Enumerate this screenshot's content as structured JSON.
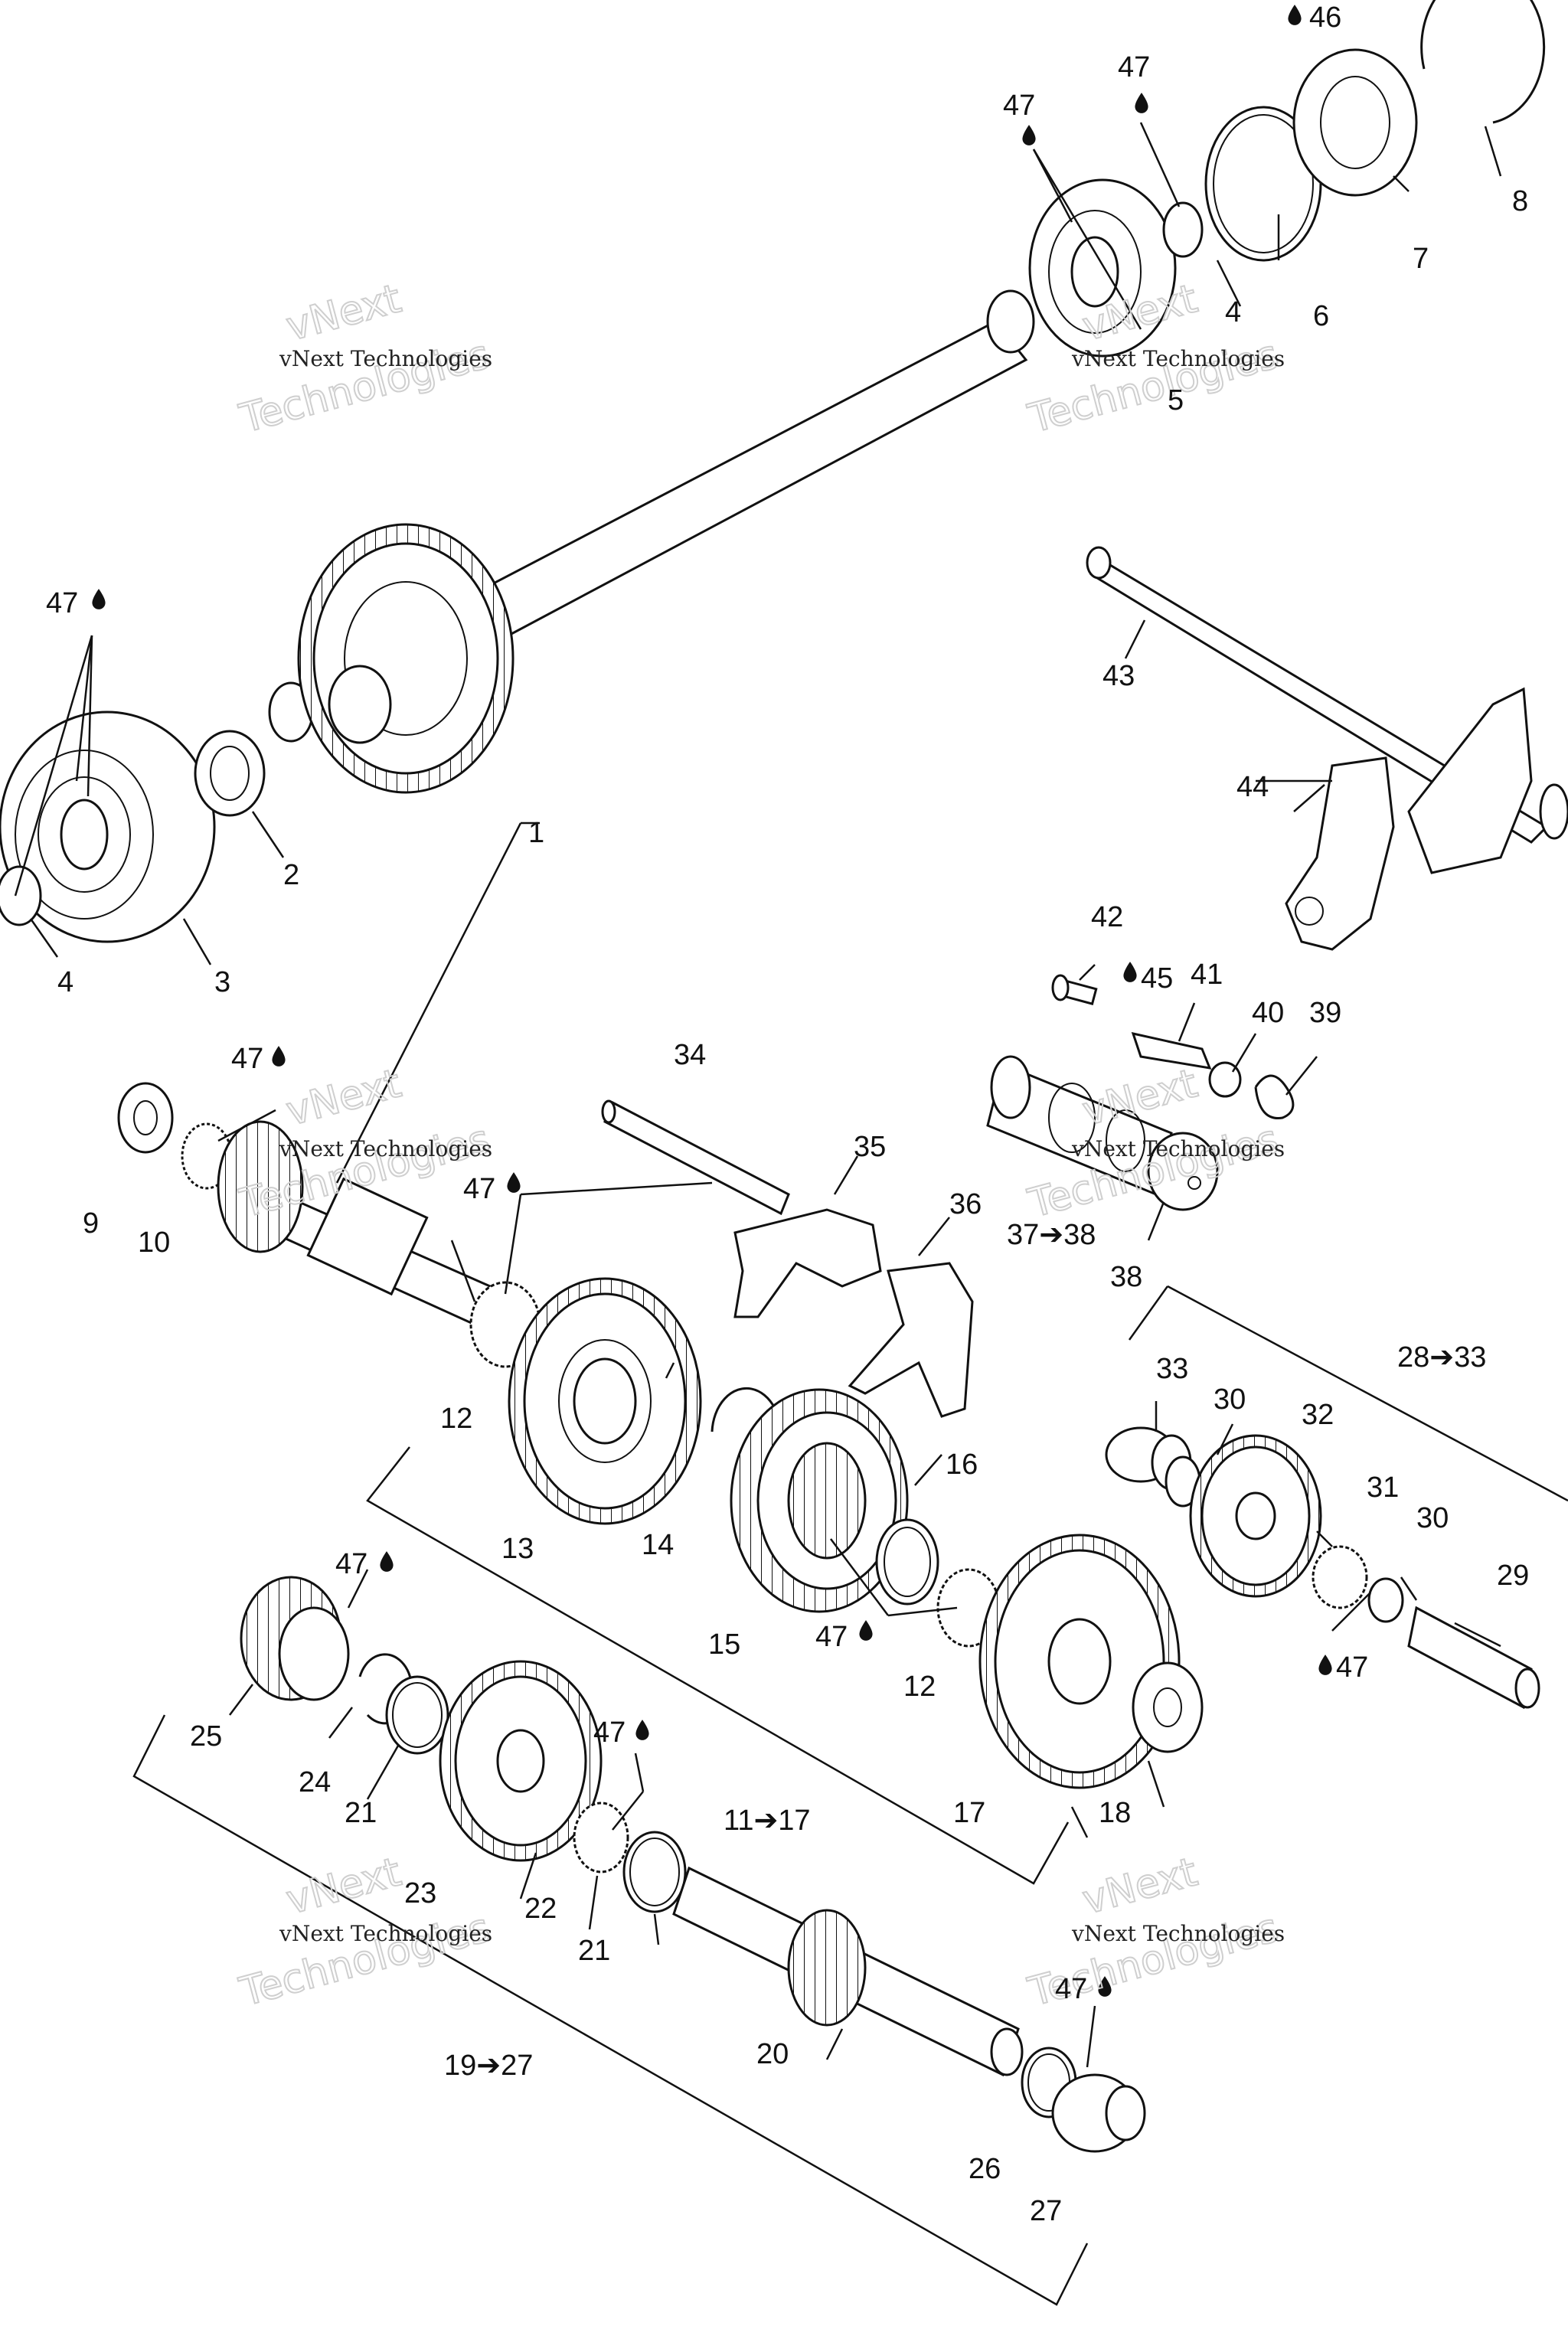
{
  "labels": {
    "l1": "1",
    "l2": "2",
    "l3": "3",
    "l4a": "4",
    "l4b": "4",
    "l5": "5",
    "l6": "6",
    "l7": "7",
    "l8": "8",
    "l9": "9",
    "l10": "10",
    "l11_17": "11➔17",
    "l12a": "12",
    "l12b": "12",
    "l13": "13",
    "l14": "14",
    "l15": "15",
    "l16": "16",
    "l17": "17",
    "l18": "18",
    "l19_27": "19➔27",
    "l20": "20",
    "l21a": "21",
    "l21b": "21",
    "l22": "22",
    "l23": "23",
    "l24": "24",
    "l25": "25",
    "l26": "26",
    "l27": "27",
    "l28_33": "28➔33",
    "l29": "29",
    "l30a": "30",
    "l30b": "30",
    "l31": "31",
    "l32": "32",
    "l33": "33",
    "l34": "34",
    "l35": "35",
    "l36": "36",
    "l37_38": "37➔38",
    "l38": "38",
    "l39": "39",
    "l40": "40",
    "l41": "41",
    "l42": "42",
    "l43": "43",
    "l44": "44",
    "l45": "45",
    "l46": "46",
    "l47a": "47",
    "l47b": "47",
    "l47c": "47",
    "l47d": "47",
    "l47e": "47",
    "l47f": "47",
    "l47g": "47",
    "l47h": "47",
    "l47i": "47",
    "l47j": "47"
  },
  "watermark": {
    "small": "vNext Technologies",
    "big_line1": "vNext",
    "big_line2": "Technologies"
  },
  "icons": {
    "lubricant": "oil-drop-icon",
    "arrow": "arrow-right-icon"
  }
}
